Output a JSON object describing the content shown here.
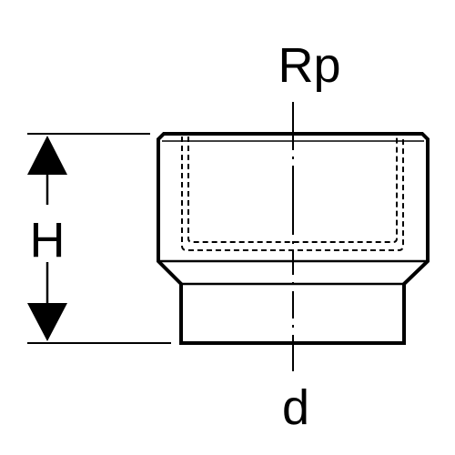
{
  "labels": {
    "top": "Rp",
    "height": "H",
    "bottom": "d"
  },
  "colors": {
    "line": "#000000",
    "background": "#ffffff"
  }
}
